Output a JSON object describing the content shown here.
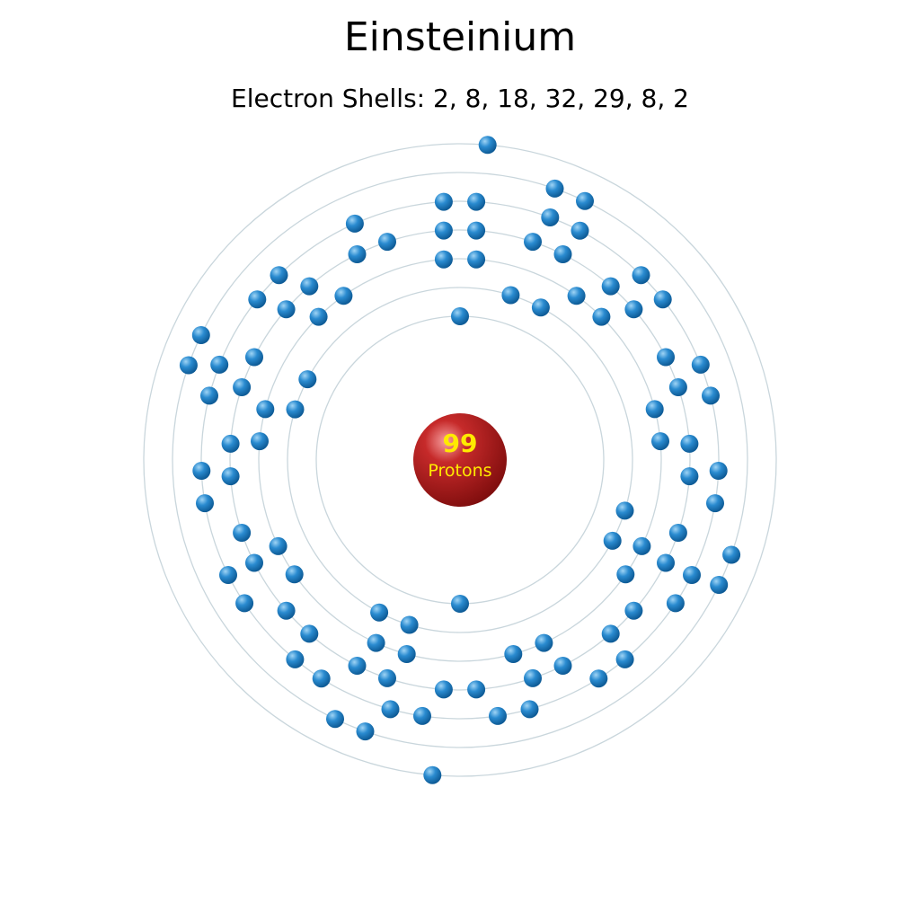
{
  "element": {
    "name": "Einsteinium",
    "shells_label": "Electron Shells: 2, 8, 18, 32, 29, 8, 2",
    "shells": [
      2,
      8,
      18,
      32,
      29,
      8,
      2
    ]
  },
  "nucleus": {
    "protons": "99",
    "label": "Protons"
  },
  "colors": {
    "nucleus": "#b01c1c",
    "nucleus_text_number": "#ffea00",
    "nucleus_text_label": "#ffea00",
    "electron": "#1f7fc0",
    "orbit": "#c9d6dc"
  }
}
